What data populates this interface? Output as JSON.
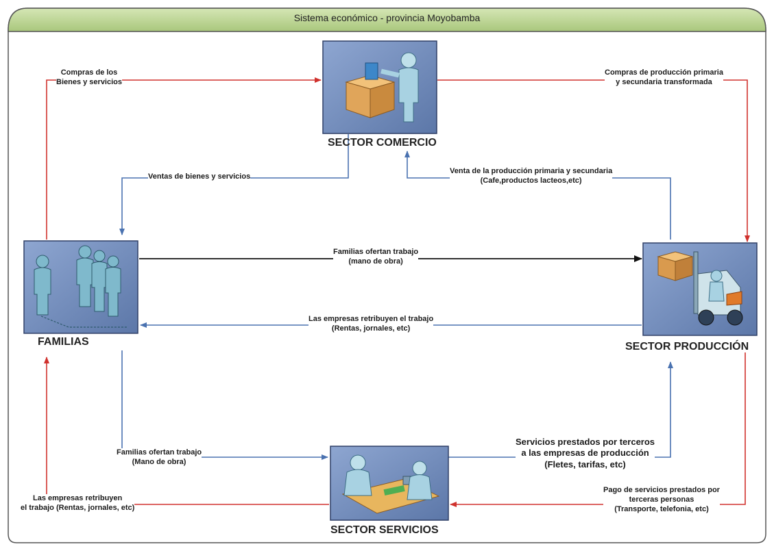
{
  "title": "Sistema económico - provincia  Moyobamba",
  "colors": {
    "red": "#d0312d",
    "blue": "#4a72b0",
    "black": "#111111",
    "header": "#b5cf8a",
    "box": "#6f89b9"
  },
  "nodes": {
    "comercio": {
      "label": "SECTOR COMERCIO",
      "icon": "box-delivery-person-icon"
    },
    "familias": {
      "label": "FAMILIAS",
      "icon": "family-people-icon"
    },
    "produccion": {
      "label": "SECTOR PRODUCCIÓN",
      "icon": "forklift-icon"
    },
    "servicios": {
      "label": "SECTOR SERVICIOS",
      "icon": "service-meeting-icon"
    }
  },
  "edges": {
    "fam_to_com": {
      "line1": "Compras de los",
      "line2": "Bienes y servicios"
    },
    "com_to_fam": {
      "line1": "Ventas de bienes y servicios"
    },
    "com_to_prod": {
      "line1": "Compras de producción primaria",
      "line2": "y secundaria transformada"
    },
    "prod_to_com": {
      "line1": "Venta de la producción primaria y secundaria",
      "line2": "(Cafe,productos lacteos,etc)"
    },
    "fam_to_prod": {
      "line1": "Familias ofertan trabajo",
      "line2": "(mano de obra)"
    },
    "prod_to_fam": {
      "line1": "Las empresas retribuyen el trabajo",
      "line2": "(Rentas, jornales, etc)"
    },
    "fam_to_serv": {
      "line1": "Familias ofertan trabajo",
      "line2": "(Mano de obra)"
    },
    "serv_to_prod": {
      "line1": "Servicios prestados por terceros",
      "line2": "a las empresas de producción",
      "line3": "(Fletes, tarifas, etc)"
    },
    "prod_to_serv": {
      "line1": "Pago de servicios prestados por",
      "line2": "terceras personas",
      "line3": "(Transporte, telefonia, etc)"
    },
    "serv_to_fam": {
      "line1": "Las empresas retribuyen",
      "line2": "el trabajo (Rentas, jornales, etc)"
    }
  }
}
